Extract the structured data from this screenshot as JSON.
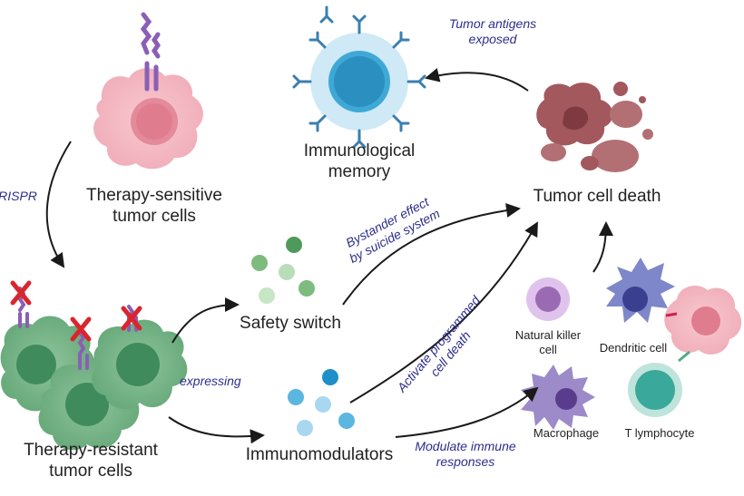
{
  "labels": {
    "sensitive_line1": "Therapy-sensitive",
    "sensitive_line2": "tumor cells",
    "resistant_line1": "Therapy-resistant",
    "resistant_line2": "tumor cells",
    "memory_line1": "Immunological",
    "memory_line2": "memory",
    "tumor_death": "Tumor cell death",
    "safety_switch": "Safety switch",
    "immunomodulators": "Immunomodulators",
    "nk_line1": "Natural killer",
    "nk_line2": "cell",
    "dendritic": "Dendritic cell",
    "macrophage": "Macrophage",
    "t_lymphocyte": "T lymphocyte"
  },
  "annotations": {
    "crispr": "CRISPR",
    "antigens_line1": "Tumor antigens",
    "antigens_line2": "exposed",
    "bystander_line1": "Bystander effect",
    "bystander_line2": "by suicide system",
    "expressing": "expressing",
    "programmed_line1": "Activate programmed",
    "programmed_line2": "cell death",
    "modulate_line1": "Modulate immune",
    "modulate_line2": "responses"
  },
  "colors": {
    "annotation_text": "#2d2e8c",
    "tumor_pink": "#f2b7c0",
    "resistant_green": "#79b58a",
    "memory_blue": "#3fa9d6",
    "dead_cell": "#9b5a5e",
    "nk_purple": "#c59ad6",
    "dendritic_blue": "#7e87c9",
    "t_cell_teal": "#3aa89a",
    "receptor_purple": "#8a5fb5",
    "x_red": "#d9262e"
  }
}
